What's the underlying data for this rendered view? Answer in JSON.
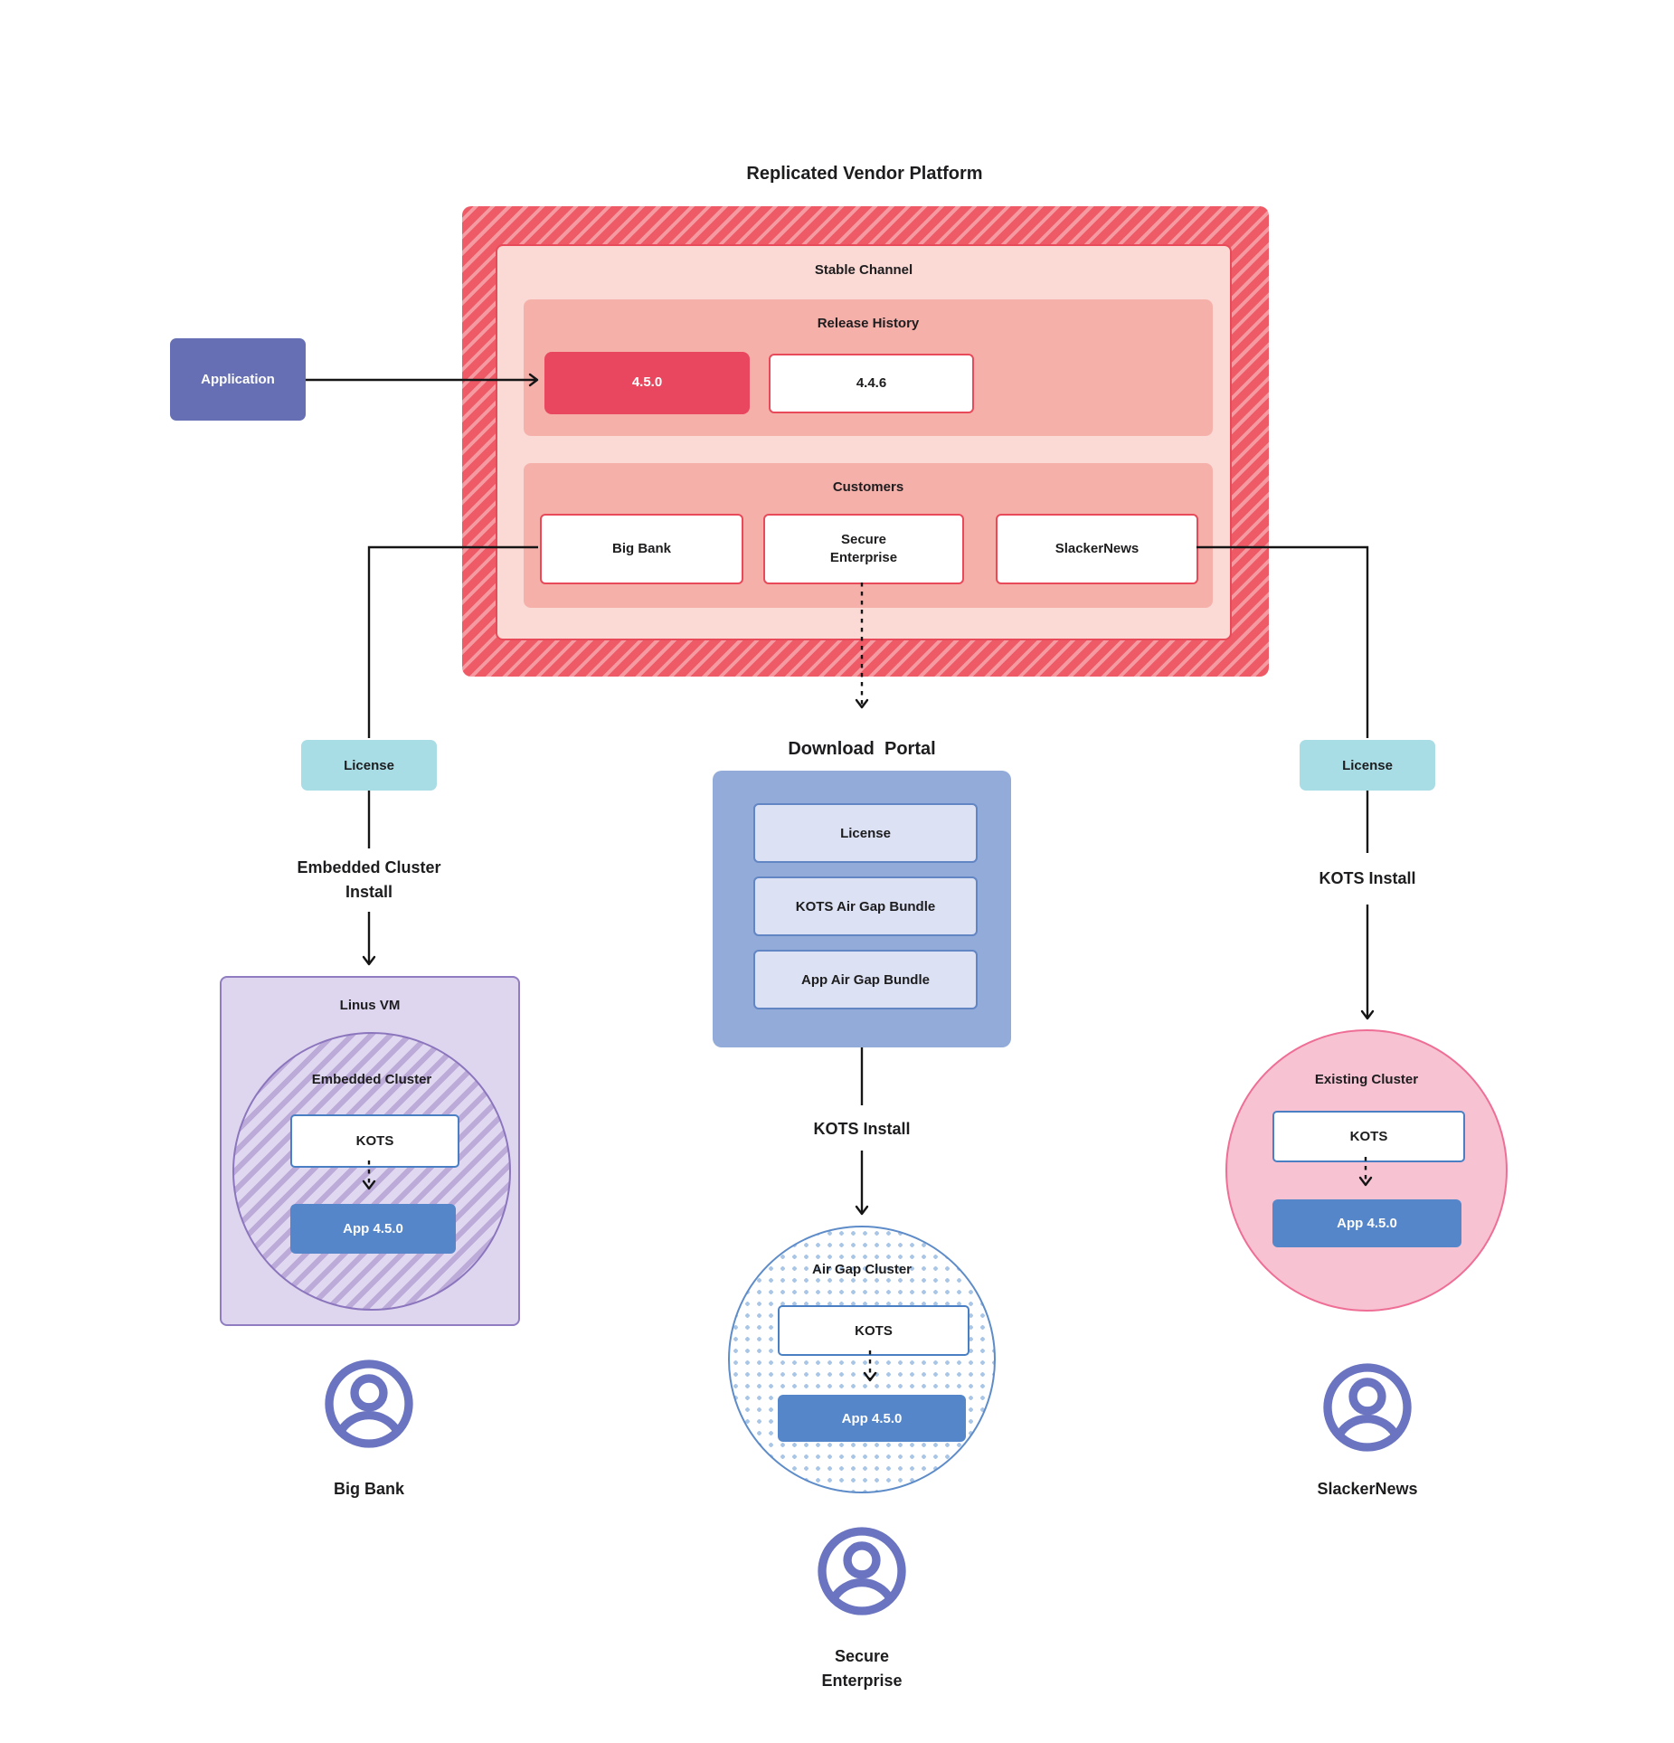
{
  "title": "Replicated Vendor Platform",
  "platform": {
    "stable_channel_label": "Stable Channel",
    "release_history_label": "Release History",
    "releases": [
      "4.5.0",
      "4.4.6"
    ],
    "customers_label": "Customers",
    "customers": [
      "Big Bank",
      "Secure Enterprise",
      "SlackerNews"
    ]
  },
  "application_label": "Application",
  "download_portal": {
    "title": "Download  Portal",
    "items": [
      "License",
      "KOTS Air Gap Bundle",
      "App Air Gap Bundle"
    ],
    "install_label": "KOTS Install"
  },
  "big_bank_branch": {
    "license_label": "License",
    "install_label": "Embedded Cluster Install",
    "vm_label": "Linus VM",
    "cluster_label": "Embedded Cluster",
    "kots_label": "KOTS",
    "app_label": "App 4.5.0",
    "customer_label": "Big Bank"
  },
  "secure_enterprise_branch": {
    "cluster_label": "Air Gap Cluster",
    "kots_label": "KOTS",
    "app_label": "App 4.5.0",
    "customer_label": "Secure Enterprise"
  },
  "slackernews_branch": {
    "license_label": "License",
    "install_label": "KOTS Install",
    "cluster_label": "Existing Cluster",
    "kots_label": "KOTS",
    "app_label": "App 4.5.0",
    "customer_label": "SlackerNews"
  },
  "colors": {
    "platform_stripe_dark": "#ee5a66",
    "platform_stripe_light": "#f69aa2",
    "stable_bg": "#fbd9d4",
    "stable_border": "#e84a59",
    "section_bg": "#f6b0aa",
    "current_release_bg": "#e9475f",
    "chip_border": "#e84a59",
    "application_bg": "#666fb4",
    "license_bg": "#a9dde6",
    "portal_bg": "#92abd8",
    "portal_item_bg": "#dce1f3",
    "portal_item_border": "#6285c4",
    "vm_bg": "#ded5ee",
    "vm_border": "#907cc0",
    "vm_stripe": "#bcaad9",
    "kots_border": "#4a80c3",
    "app_bg": "#5586ca",
    "airgap_border": "#5e8cc9",
    "airgap_dot": "#aac6e6",
    "existing_bg": "#f7c2d2",
    "existing_border": "#ee6e96",
    "person_icon": "#6a74c0",
    "line": "#151515"
  }
}
